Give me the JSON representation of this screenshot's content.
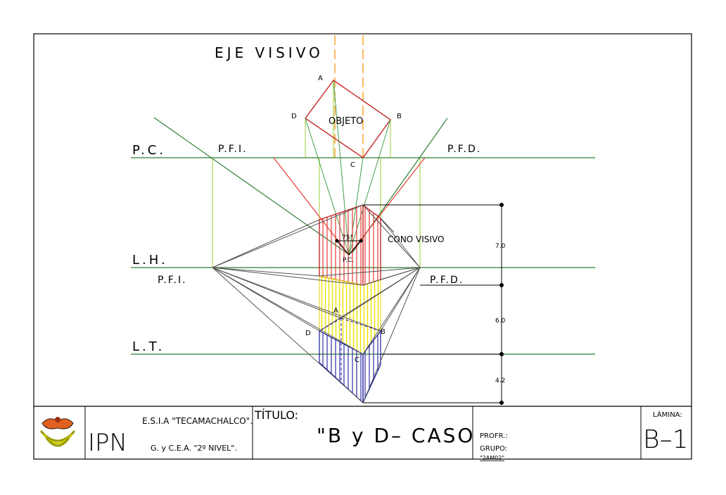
{
  "drawing": {
    "labels": {
      "eje_visivo": "EJE VISIVO",
      "objeto": "OBJETO",
      "pc_line": "P.C.",
      "pfi_top": "P.F.I.",
      "pfd_top": "P.F.D.",
      "lh_line": "L.H.",
      "lt_line": "L.T.",
      "pfi_bottom": "P.F.I.",
      "pfd_bottom": "P.F.D.",
      "cono_visivo": "CONO VISIVO",
      "angle": "75°",
      "pc_point": "P.C.",
      "vertex_a_top": "A",
      "vertex_b_top": "B",
      "vertex_c_top": "C",
      "vertex_d_top": "D",
      "vertex_a_bottom": "A",
      "vertex_b_bottom": "B",
      "vertex_c_bottom": "C",
      "vertex_d_bottom": "D"
    },
    "dimensions": [
      "7.0",
      "6.0",
      "4.2"
    ]
  },
  "title_block": {
    "institution": "IPN",
    "school": "E.S.I.A \"TECAMACHALCO\".",
    "program": "G. y C.E.A. \"2º NIVEL\".",
    "title_label": "TÍTULO:",
    "title_value": "\"B y D– CASO",
    "profr_label": "PROFR.:",
    "grupo_label": "GRUPO:",
    "grupo_value": "\"2AM02\"",
    "lamina_label": "LÁMINA:",
    "lamina_value": "B–1"
  },
  "colors": {
    "ground_lines": "#2e7d32",
    "object": "#c62828",
    "red_rays": "#e53935",
    "green_rays": "#43a047",
    "gray_rays": "#555555",
    "yellow_fill": "#f0e000",
    "blue_fill": "#1a1aa0",
    "axis": "#ff8c00",
    "projector": "#9acd32"
  }
}
